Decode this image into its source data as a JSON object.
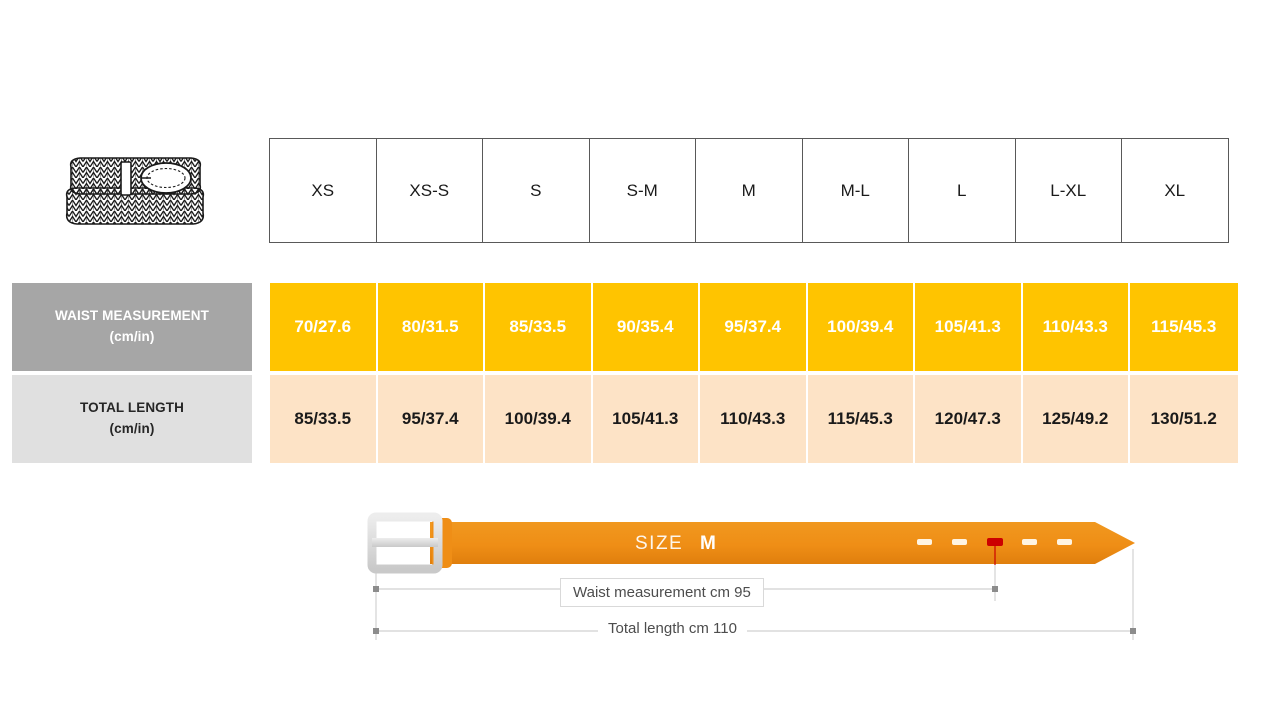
{
  "product_icon": {
    "name": "braided-belt-illustration",
    "alt": "Coiled braided belt with oval buckle"
  },
  "table": {
    "size_headers": [
      "XS",
      "XS-S",
      "S",
      "S-M",
      "M",
      "M-L",
      "L",
      "L-XL",
      "XL"
    ],
    "rows": [
      {
        "key": "waist",
        "label_line1": "WAIST MEASUREMENT",
        "label_line2": "(cm/in)",
        "values": [
          "70/27.6",
          "80/31.5",
          "85/33.5",
          "90/35.4",
          "95/37.4",
          "100/39.4",
          "105/41.3",
          "110/43.3",
          "115/45.3"
        ],
        "bg_color": "#FFC400",
        "text_color": "#FFFFFF",
        "label_bg_color": "#A6A6A6",
        "label_text_color": "#FFFFFF"
      },
      {
        "key": "total_length",
        "label_line1": "TOTAL LENGTH",
        "label_line2": "(cm/in)",
        "values": [
          "85/33.5",
          "95/37.4",
          "100/39.4",
          "105/41.3",
          "110/43.3",
          "115/45.3",
          "120/47.3",
          "125/49.2",
          "130/51.2"
        ],
        "bg_color": "#FDE3C6",
        "text_color": "#1A1A1A",
        "label_bg_color": "#E0E0E0",
        "label_text_color": "#262626"
      }
    ]
  },
  "diagram": {
    "belt_color": "#EF8E16",
    "buckle_color": "#D9D9D9",
    "highlight_hole_color": "#CC0000",
    "size_prefix": "SIZE",
    "size_value": "M",
    "waist_dimension_label": "Waist measurement cm 95",
    "total_length_label": "Total length cm 110",
    "hole_count": 5,
    "highlighted_hole_index": 2
  },
  "chart_data": {
    "type": "table",
    "title": "Belt size chart",
    "categories": [
      "XS",
      "XS-S",
      "S",
      "S-M",
      "M",
      "M-L",
      "L",
      "L-XL",
      "XL"
    ],
    "series": [
      {
        "name": "Waist measurement (cm)",
        "values": [
          70,
          80,
          85,
          90,
          95,
          100,
          105,
          110,
          115
        ]
      },
      {
        "name": "Waist measurement (in)",
        "values": [
          27.6,
          31.5,
          33.5,
          35.4,
          37.4,
          39.4,
          41.3,
          43.3,
          45.3
        ]
      },
      {
        "name": "Total length (cm)",
        "values": [
          85,
          95,
          100,
          105,
          110,
          115,
          120,
          125,
          130
        ]
      },
      {
        "name": "Total length (in)",
        "values": [
          33.5,
          37.4,
          39.4,
          41.3,
          43.3,
          45.3,
          47.3,
          49.2,
          51.2
        ]
      }
    ],
    "xlabel": "Size",
    "ylabel": "Measurement",
    "grid": false,
    "legend": "none",
    "annotations": [
      "SIZE M",
      "Waist measurement cm 95",
      "Total length cm 110"
    ]
  }
}
